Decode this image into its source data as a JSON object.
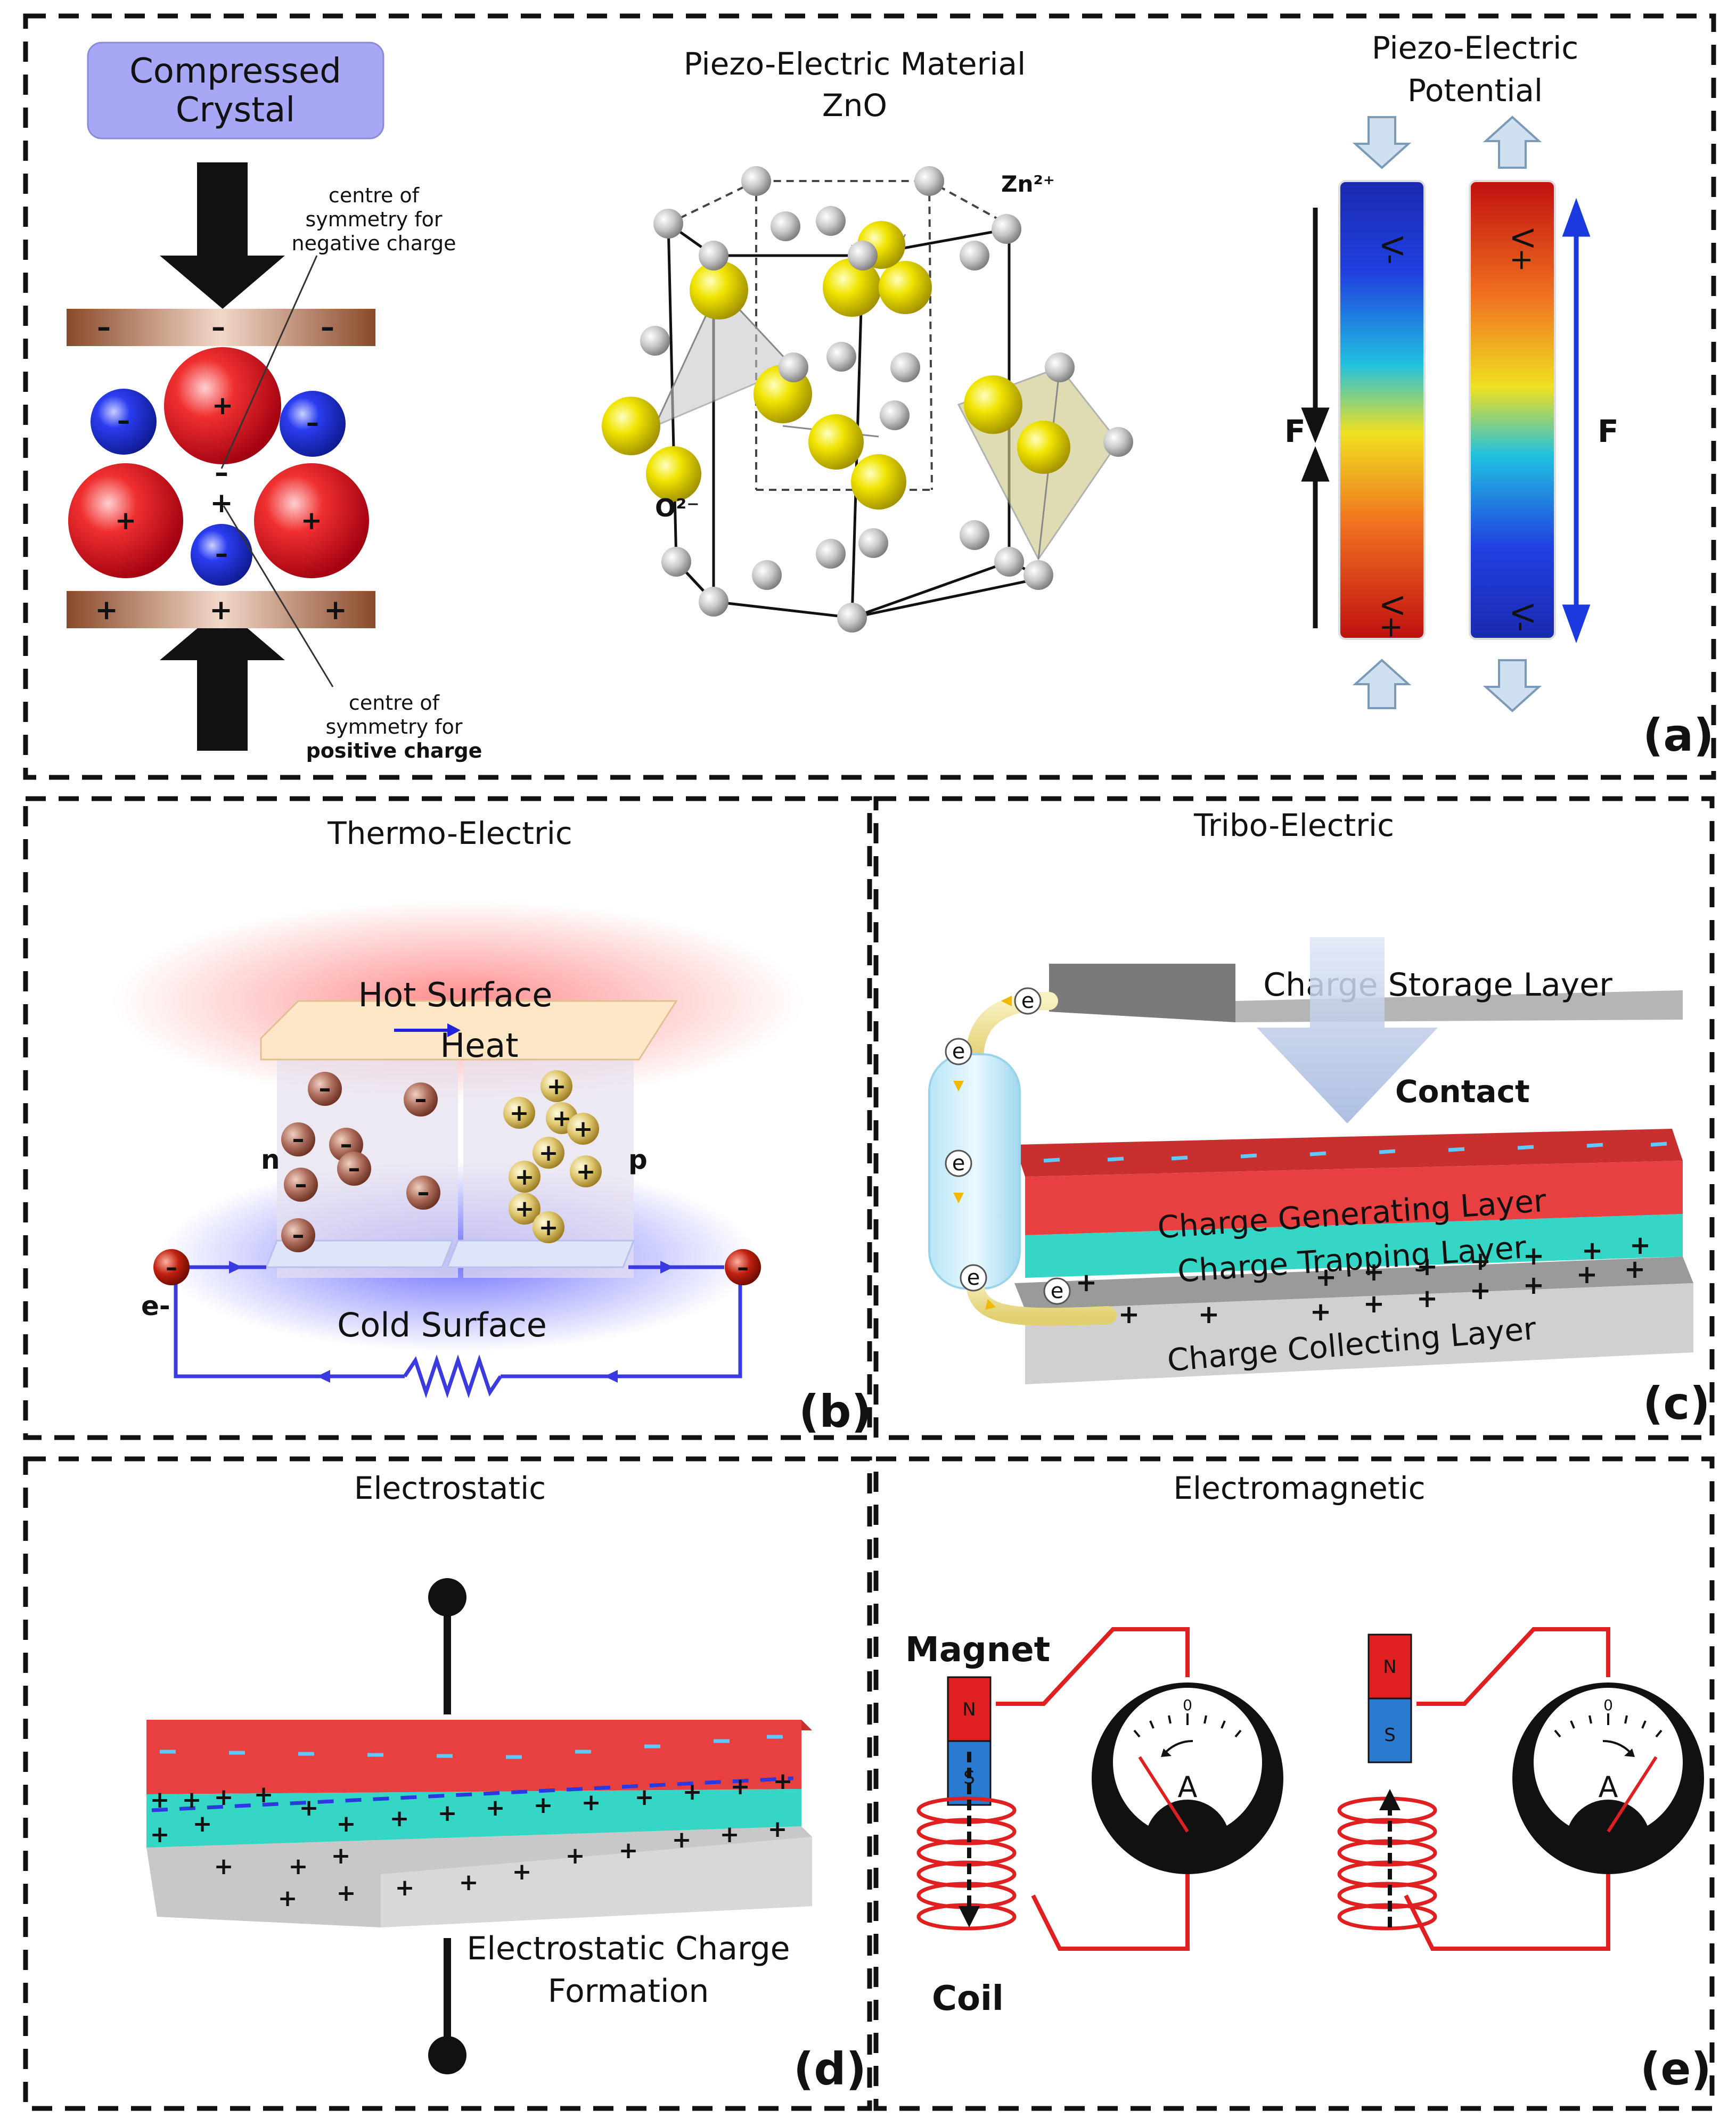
{
  "panel_a": {
    "label": "(a)",
    "crystal_box": "Compressed Crystal",
    "sym_neg": [
      "centre of",
      "symmetry for",
      "negative charge"
    ],
    "sym_pos": [
      "centre of",
      "symmetry for",
      "positive charge"
    ],
    "zno_title": [
      "Piezo-Electric Material",
      "ZnO"
    ],
    "zn_label": "Zn²⁺",
    "o_label": "O²⁻",
    "potential_title": [
      "Piezo-Electric",
      "Potential"
    ],
    "force_label": "F",
    "v_minus": "V-",
    "v_plus": "V+"
  },
  "panel_b": {
    "label": "(b)",
    "title": "Thermo-Electric",
    "hot": "Hot Surface",
    "heat": "Heat",
    "cold": "Cold Surface",
    "n": "n",
    "p": "p",
    "e": "e-"
  },
  "panel_c": {
    "label": "(c)",
    "title": "Tribo-Electric",
    "storage": "Charge Storage Layer",
    "contact": "Contact",
    "generating": "Charge Generating Layer",
    "trapping": "Charge Trapping Layer",
    "collecting": "Charge Collecting Layer",
    "e": "e"
  },
  "panel_d": {
    "label": "(d)",
    "title": "Electrostatic",
    "caption": [
      "Electrostatic Charge",
      "Formation"
    ]
  },
  "panel_e": {
    "label": "(e)",
    "title": "Electromagnetic",
    "magnet": "Magnet",
    "coil": "Coil",
    "n": "N",
    "s": "S",
    "a": "A",
    "zero": "0"
  },
  "colors": {
    "red": "#e8292b",
    "blue": "#2b2bd8",
    "teal": "#35d6c6",
    "grey": "#cfcfcf",
    "brown": "#8a4a2a",
    "yellow": "#f2e600"
  }
}
